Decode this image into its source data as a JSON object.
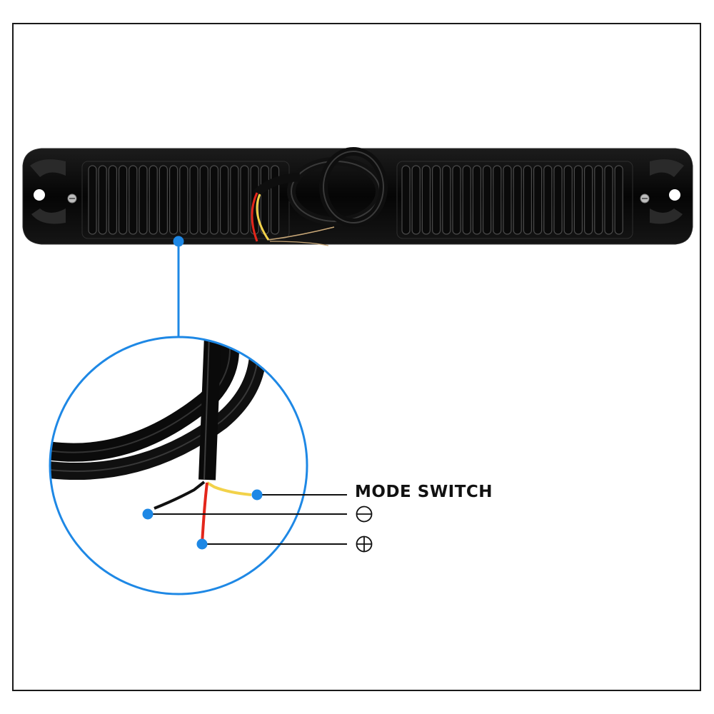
{
  "labels": {
    "mode_switch": "MODE SWITCH"
  },
  "wires": [
    {
      "role": "mode switch",
      "color": "#f2d24a"
    },
    {
      "role": "negative",
      "color": "#111111"
    },
    {
      "role": "positive",
      "color": "#e3261b"
    }
  ],
  "symbols": {
    "negative": "minus-in-circle-icon",
    "positive": "plus-in-circle-icon"
  },
  "colors": {
    "callout_blue": "#1e88e5",
    "housing": "#0b0b0b",
    "frame": "#1a1a1a"
  }
}
